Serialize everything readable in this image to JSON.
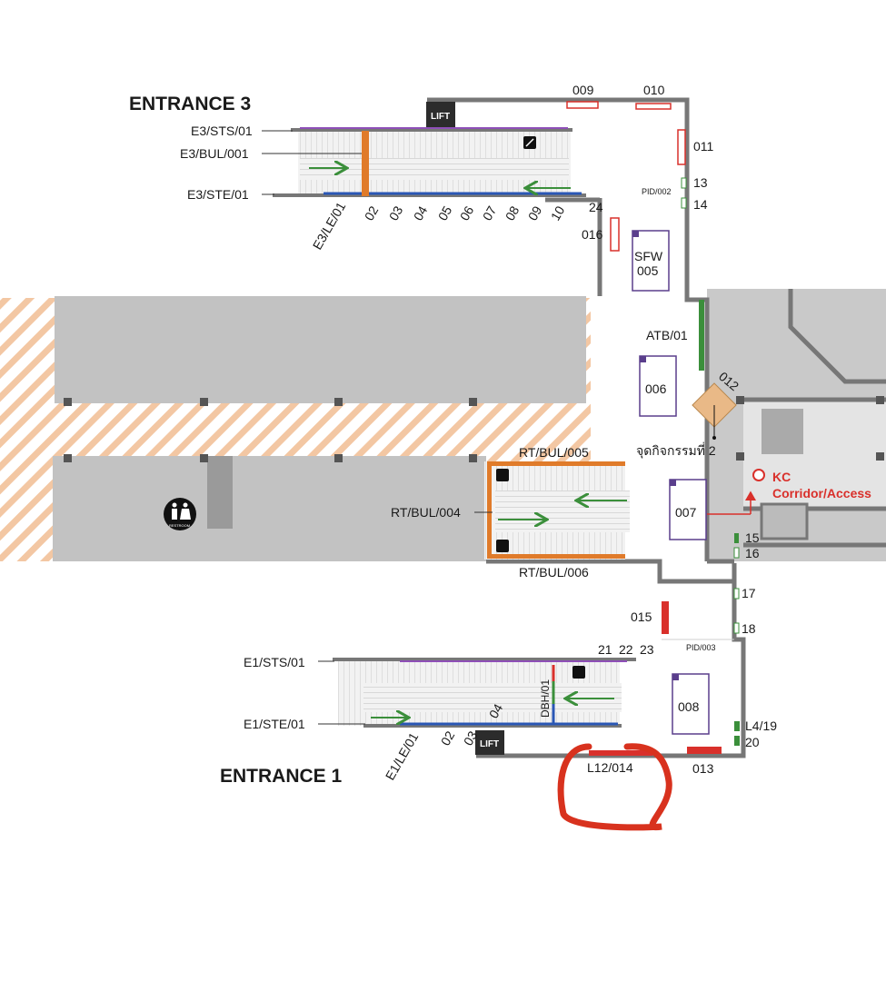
{
  "entrances": {
    "e3": "ENTRANCE 3",
    "e1": "ENTRANCE 1"
  },
  "lift_label": "LIFT",
  "restroom_label": "RESTROOM",
  "entrance3": {
    "line_labels": [
      "E3/STS/01",
      "E3/BUL/001",
      "E3/STE/01"
    ],
    "le_label": "E3/LE/01",
    "gates": [
      "02",
      "03",
      "04",
      "05",
      "06",
      "07",
      "08",
      "09",
      "10"
    ],
    "gate_24": "24"
  },
  "top_labels": {
    "l009": "009",
    "l010": "010",
    "l011": "011",
    "l13": "13",
    "l14": "14",
    "pid002": "PID/002",
    "l016": "016"
  },
  "rooms": {
    "sfw": "SFW",
    "r005": "005",
    "r006": "006",
    "r007": "007",
    "r008": "008"
  },
  "atb": "ATB/01",
  "kiosk": {
    "code": "012",
    "activity_point": "จุดกิจกรรมที่ 2"
  },
  "kc": {
    "title": "KC",
    "subtitle": "Corridor/Access"
  },
  "rt": {
    "bul005": "RT/BUL/005",
    "bul004": "RT/BUL/004",
    "bul006": "RT/BUL/006"
  },
  "right_labels": {
    "l15": "15",
    "l16": "16",
    "l17": "17",
    "l18": "18",
    "pid003": "PID/003",
    "l4_19": "L4/19",
    "l20": "20"
  },
  "entrance1": {
    "line_labels": [
      "E1/STS/01",
      "E1/STE/01"
    ],
    "le_label": "E1/LE/01",
    "gates": [
      "02",
      "03",
      "04"
    ],
    "gates_top": [
      "21",
      "22",
      "23"
    ],
    "dbh": "DBH/01",
    "l015": "015",
    "l013": "013",
    "l12_014": "L12/014"
  },
  "colors": {
    "wall": "#777777",
    "hatch": "#f3c7a3",
    "orange": "#e07b2a",
    "red": "#d9302b",
    "green": "#3b8f3b",
    "blue": "#2a57b5",
    "purple": "#5a3e8c",
    "grey_block": "#bdbdbd"
  }
}
